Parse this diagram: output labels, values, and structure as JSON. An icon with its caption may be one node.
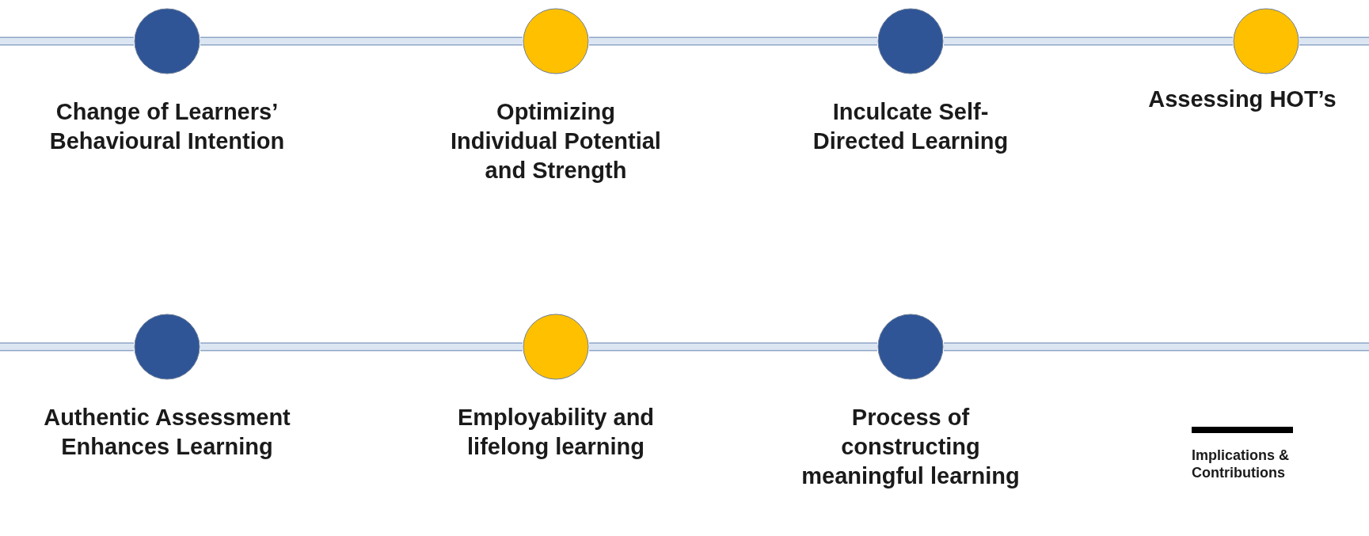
{
  "diagram": {
    "nodes": [
      {
        "text": [],
        "shape": "circle",
        "beside": [
          "Change of Learners’ Behavioural Intention"
        ]
      },
      {
        "text": [],
        "shape": "circle",
        "beside": [
          "Optimizing Individual Potential and Strength"
        ]
      },
      {
        "text": [],
        "shape": "circle",
        "beside": [
          "Inculcate Self- Directed Learning"
        ]
      },
      {
        "text": [],
        "shape": "circle",
        "beside": [
          "Assessing HOT’s"
        ]
      },
      {
        "text": [],
        "shape": "circle",
        "beside": [
          "Authentic Assessment Enhances Learning"
        ]
      },
      {
        "text": [],
        "shape": "circle",
        "beside": [
          "Employability and lifelong learning"
        ]
      },
      {
        "text": [],
        "shape": "circle",
        "beside": [
          "Process of constructing meaningful learning"
        ]
      }
    ],
    "edges": [
      {
        "from": null,
        "to": 0,
        "arrow": "none"
      },
      {
        "from": 0,
        "to": 1,
        "arrow": "none"
      },
      {
        "from": 1,
        "to": 2,
        "arrow": "none"
      },
      {
        "from": 2,
        "to": 3,
        "arrow": "none"
      },
      {
        "from": 3,
        "to": null,
        "arrow": "none"
      },
      {
        "from": null,
        "to": 4,
        "arrow": "none"
      },
      {
        "from": 4,
        "to": 5,
        "arrow": "none"
      },
      {
        "from": 5,
        "to": 6,
        "arrow": "none"
      },
      {
        "from": 6,
        "to": null,
        "arrow": "none"
      }
    ],
    "legend": [
      {
        "text": "Implications & Contributions"
      }
    ]
  }
}
